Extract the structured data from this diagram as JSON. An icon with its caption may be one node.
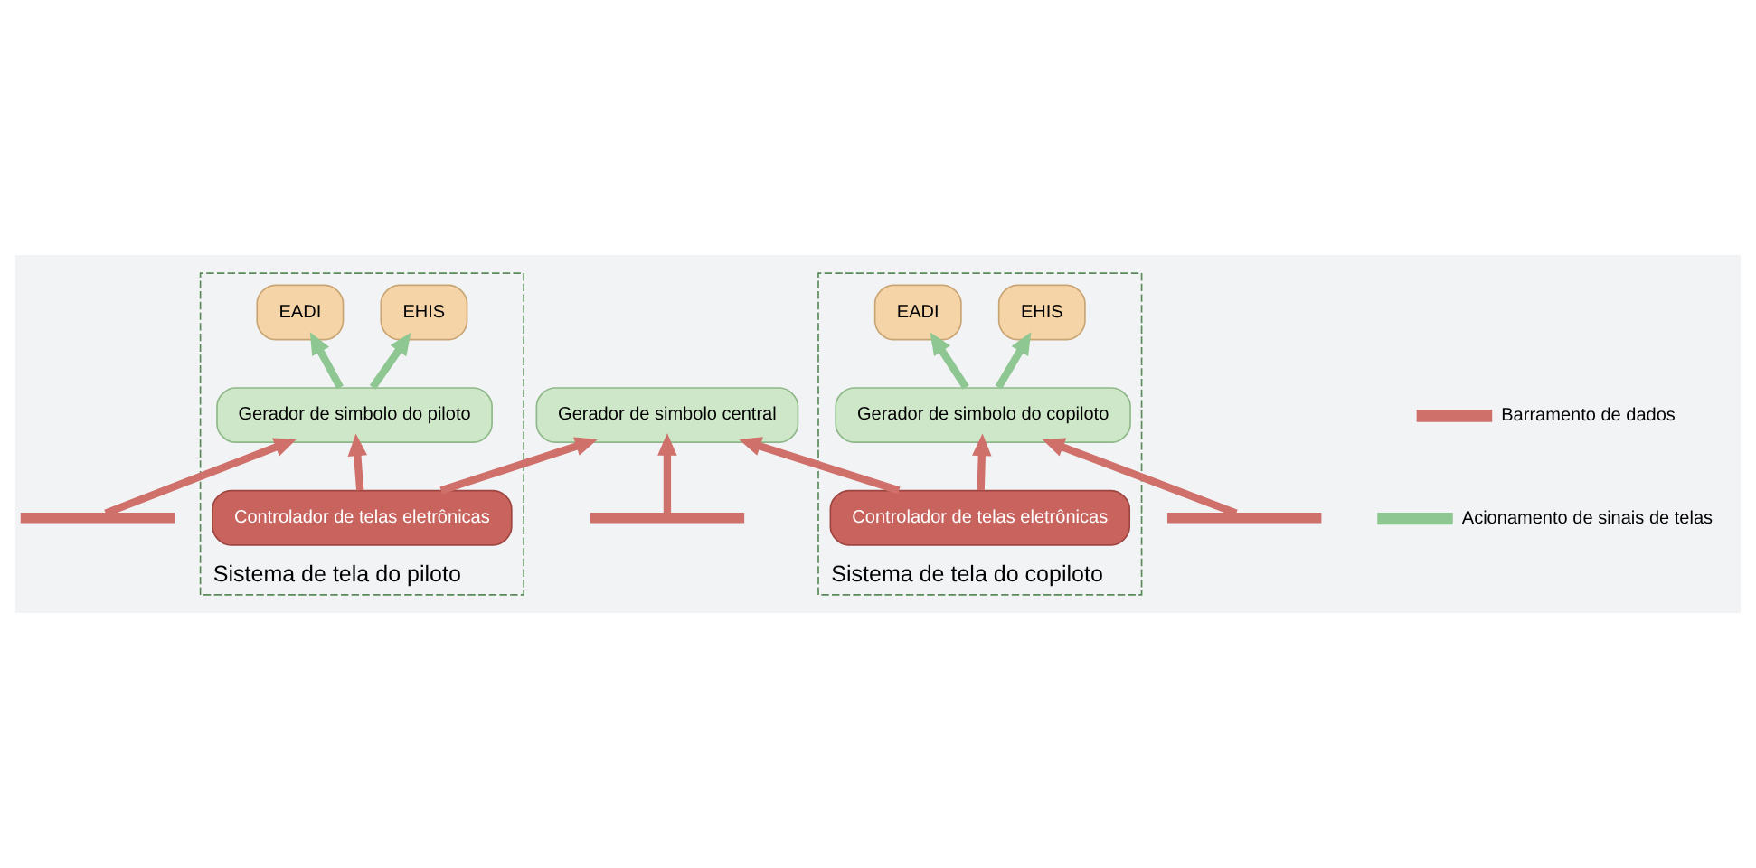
{
  "diagram": {
    "nodes": [
      {
        "text": [
          "Sistema de tela do piloto"
        ]
      },
      {
        "text": [
          "EADI"
        ],
        "in": 0
      },
      {
        "text": [
          "EHIS"
        ],
        "in": 0
      },
      {
        "text": [
          "Controlador de telas eletrônicas"
        ],
        "in": 0
      },
      {
        "text": [
          "Gerador de simbolo do piloto"
        ],
        "in": 0
      },
      {
        "text": [
          "Gerador de simbolo central"
        ]
      },
      {
        "text": [
          "Sistema de tela do copiloto"
        ]
      },
      {
        "text": [
          "EADI"
        ],
        "in": 6
      },
      {
        "text": [
          "EHIS"
        ],
        "in": 6
      },
      {
        "text": [
          "Controlador de telas eletrônicas"
        ],
        "in": 6
      },
      {
        "text": [
          "Gerador de simbolo do copiloto"
        ],
        "in": 6
      },
      {
        "text": [],
        "shape": "bar"
      },
      {
        "text": [],
        "shape": "bar"
      },
      {
        "text": [],
        "shape": "bar"
      }
    ],
    "edges": [
      {
        "from": 4,
        "to": 1,
        "arrow": "to",
        "color": "#8fc792"
      },
      {
        "from": 4,
        "to": 2,
        "arrow": "to",
        "color": "#8fc792"
      },
      {
        "from": 3,
        "to": 4,
        "arrow": "to"
      },
      {
        "from": 3,
        "to": 5,
        "arrow": "to"
      },
      {
        "from": 9,
        "to": 5,
        "arrow": "to"
      },
      {
        "from": 9,
        "to": 10,
        "arrow": "to"
      },
      {
        "from": 10,
        "to": 7,
        "arrow": "to",
        "color": "#8fc792"
      },
      {
        "from": 10,
        "to": 8,
        "arrow": "to",
        "color": "#8fc792"
      },
      {
        "from": 11,
        "to": 4,
        "arrow": "to"
      },
      {
        "from": 12,
        "to": 5,
        "arrow": "to"
      },
      {
        "from": 13,
        "to": 10,
        "arrow": "to"
      }
    ],
    "legend": [
      {
        "text": "Barramento de dados",
        "color": "#d0706b"
      },
      {
        "text": "Acionamento de sinais de telas",
        "color": "#8fc792"
      }
    ]
  }
}
